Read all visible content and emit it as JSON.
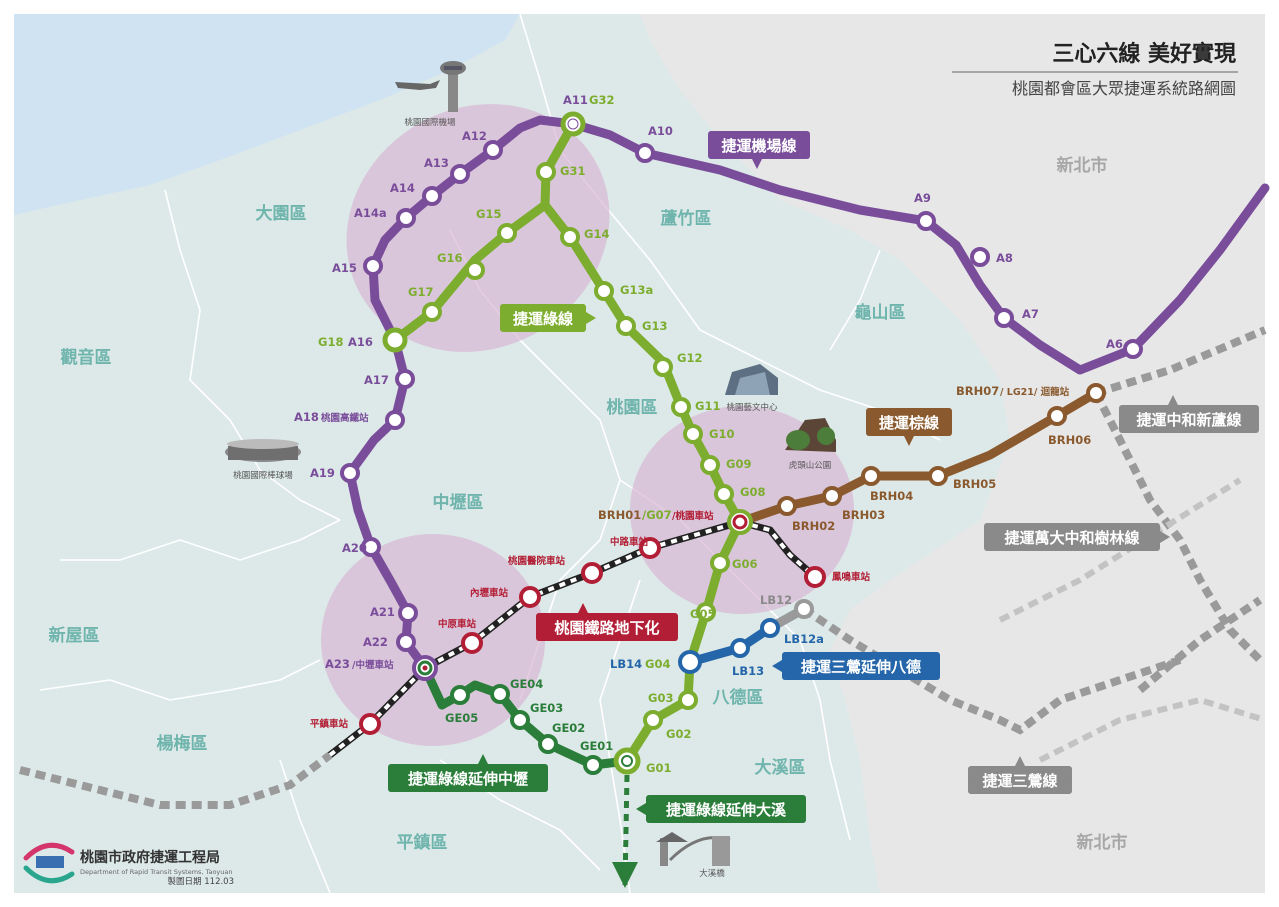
{
  "title": "三心六線 美好實現",
  "subtitle": "桃園都會區大眾捷運系統路網圖",
  "organization": "桃園市政府捷運工程局",
  "organization_en": "Department of Rapid Transit Systems, Taoyuan",
  "date_label": "製圖日期 112.03",
  "colors": {
    "airport": "#7a4d9b",
    "green": "#7cad2f",
    "green_ext": "#2b7d3a",
    "brown": "#8a5a2e",
    "blue": "#2466a9",
    "rail": "#b21e35",
    "gray": "#8a8a8a"
  },
  "districts": {
    "dayuan": "大園區",
    "luzhu": "蘆竹區",
    "guishan": "龜山區",
    "guanyin": "觀音區",
    "taoyuan": "桃園區",
    "zhongli": "中壢區",
    "xinwu": "新屋區",
    "bade": "八德區",
    "yangmei": "楊梅區",
    "daxi": "大溪區",
    "pingzhen": "平鎮區",
    "newtaipei_top": "新北市",
    "newtaipei_bottom": "新北市"
  },
  "line_labels": {
    "airport": "捷運機場線",
    "green": "捷運綠線",
    "brown": "捷運棕線",
    "zhonghe": "捷運中和新蘆線",
    "wanda": "捷運萬大中和樹林線",
    "sanying_ext": "捷運三鶯延伸八德",
    "sanying": "捷運三鶯線",
    "rail": "桃園鐵路地下化",
    "green_zhongli": "捷運綠線延伸中壢",
    "green_daxi": "捷運綠線延伸大溪"
  },
  "landmarks": {
    "airport": "桃園國際機場",
    "stadium": "桃園國際棒球場",
    "arts": "桃園藝文中心",
    "hutoushan": "虎頭山公園",
    "daxi_bridge": "大溪橋"
  },
  "stations": {
    "A6": "A6",
    "A7": "A7",
    "A8": "A8",
    "A9": "A9",
    "A10": "A10",
    "A11": "A11",
    "A11_G32": "G32",
    "A12": "A12",
    "A13": "A13",
    "A14": "A14",
    "A14a": "A14a",
    "A15": "A15",
    "G18": "G18",
    "A16": "A16",
    "A17": "A17",
    "A18": "A18",
    "A18_name": "桃園高鐵站",
    "A19": "A19",
    "A20": "A20",
    "A21": "A21",
    "A22": "A22",
    "A23": "A23",
    "A23_name": "/中壢車站",
    "G31": "G31",
    "G15": "G15",
    "G16": "G16",
    "G17": "G17",
    "G14": "G14",
    "G13a": "G13a",
    "G13": "G13",
    "G12": "G12",
    "G11": "G11",
    "G10": "G10",
    "G09": "G09",
    "G08": "G08",
    "BRH01": "BRH01",
    "BRH01_G07": "/G07",
    "BRH01_name": "/桃園車站",
    "G06": "G06",
    "G05": "G05",
    "LB14": "LB14",
    "G04": "G04",
    "G03": "G03",
    "G02": "G02",
    "G01": "G01",
    "GE01": "GE01",
    "GE02": "GE02",
    "GE03": "GE03",
    "GE04": "GE04",
    "GE05": "GE05",
    "BRH02": "BRH02",
    "BRH03": "BRH03",
    "BRH04": "BRH04",
    "BRH05": "BRH05",
    "BRH06": "BRH06",
    "BRH07": "BRH07",
    "BRH07_name": "/ LG21/ 迴龍站",
    "LB12": "LB12",
    "LB12a": "LB12a",
    "LB13": "LB13",
    "fengming": "鳳鳴車站",
    "zhonglu": "中路車站",
    "hospital": "桃園醫院車站",
    "neili": "內壢車站",
    "zhongyuan": "中原車站",
    "pingzhen": "平鎮車站"
  }
}
